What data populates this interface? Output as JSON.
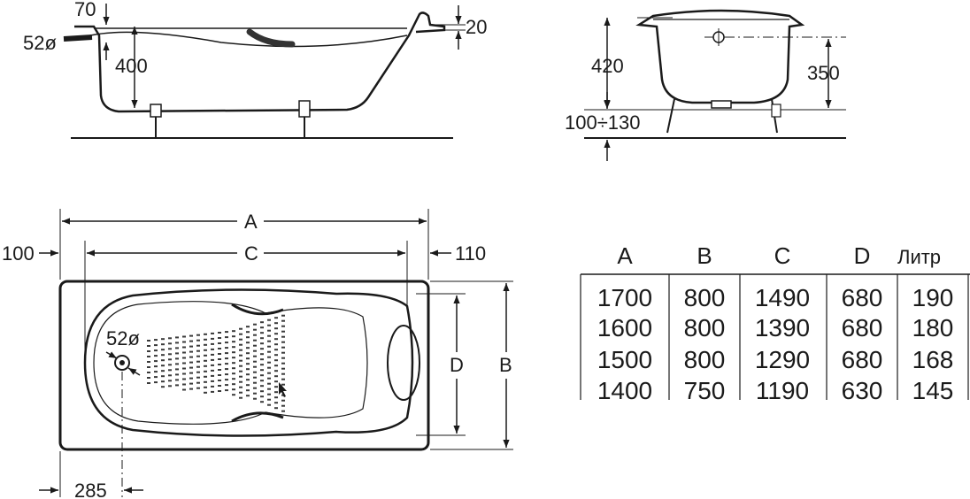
{
  "side_view": {
    "dim_70": "70",
    "dim_20": "20",
    "dim_52": "52ø",
    "dim_400": "400"
  },
  "end_view": {
    "dim_420": "420",
    "dim_350": "350",
    "dim_legs": "100÷130"
  },
  "plan_view": {
    "label_a": "A",
    "label_c": "C",
    "label_d": "D",
    "label_b": "B",
    "dim_100": "100",
    "dim_110": "110",
    "dim_52": "52ø",
    "dim_285": "285"
  },
  "table": {
    "headers": [
      "A",
      "B",
      "C",
      "D",
      "Литр"
    ],
    "rows": [
      [
        "1700",
        "800",
        "1490",
        "680",
        "190"
      ],
      [
        "1600",
        "800",
        "1390",
        "680",
        "180"
      ],
      [
        "1500",
        "800",
        "1290",
        "680",
        "168"
      ],
      [
        "1400",
        "750",
        "1190",
        "630",
        "145"
      ]
    ]
  }
}
